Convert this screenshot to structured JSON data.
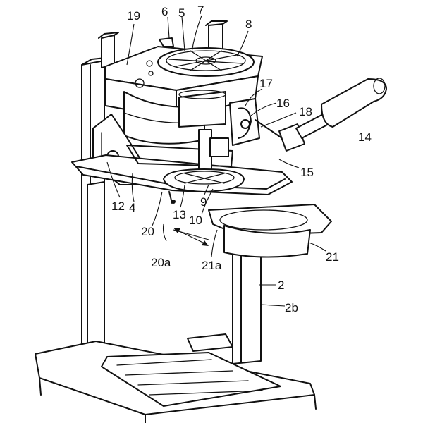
{
  "labels": {
    "l19": "19",
    "l6": "6",
    "l5": "5",
    "l7": "7",
    "l8": "8",
    "l17": "17",
    "l16": "16",
    "l18": "18",
    "l14": "14",
    "l15": "15",
    "l12": "12",
    "l4": "4",
    "l13": "13",
    "l9": "9",
    "l10": "10",
    "l20": "20",
    "l20a": "20a",
    "l21a": "21a",
    "l21": "21",
    "l2": "2",
    "l2b": "2b"
  }
}
